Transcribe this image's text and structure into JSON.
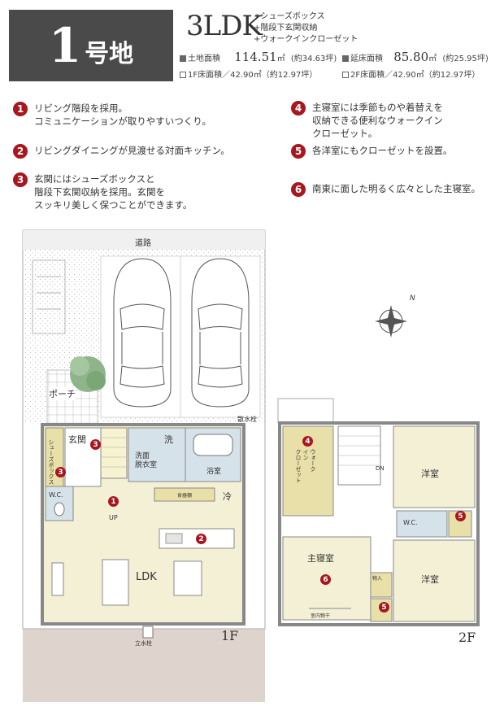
{
  "header": {
    "lot_number": "1",
    "lot_suffix": "号地",
    "layout": "3LDK",
    "features": [
      "+シューズボックス",
      "+階段下玄関収納",
      "+ウォークインクローゼット"
    ],
    "land_area_label": "土地面積",
    "land_area_value": "114.51",
    "land_area_unit": "㎡",
    "land_area_tsubo": "(約34.63坪)",
    "floor_area_label": "延床面積",
    "floor_area_value": "85.80",
    "floor_area_unit": "㎡",
    "floor_area_tsubo": "(約25.95坪)",
    "f1_area": "1F床面積／42.90㎡（約12.97坪）",
    "f2_area": "2F床面積／42.90㎡（約12.97坪）"
  },
  "points": [
    {
      "num": "1",
      "text": "リビング階段を採用。\nコミュニケーションが取りやすいつくり。"
    },
    {
      "num": "2",
      "text": "リビングダイニングが見渡せる対面キッチン。"
    },
    {
      "num": "3",
      "text": "玄関にはシューズボックスと\n階段下玄関収納を採用。玄関を\nスッキリ美しく保つことができます。"
    },
    {
      "num": "4",
      "text": "主寝室には季節ものや着替えを\n収納できる便利なウォークイン\nクローゼット。"
    },
    {
      "num": "5",
      "text": "各洋室にもクローゼットを設置。"
    },
    {
      "num": "6",
      "text": "南東に面した明るく広々とした主寝室。"
    }
  ],
  "plan": {
    "road": "道路",
    "porch": "ポーチ",
    "water_meter": "散水栓",
    "entrance": "玄関",
    "shoe_box": "シューズボックス",
    "wash_top": "洗",
    "wash_room": "洗面\n脱衣室",
    "bath": "浴室",
    "fridge": "冷",
    "pantry": "食器棚",
    "wc": "W.C.",
    "up": "UP",
    "ldk": "LDK",
    "faucet": "立水栓",
    "floor1": "1F",
    "walkin": "ウォーク\nイン\nクローゼット",
    "dn": "DN",
    "room_a": "洋室",
    "room_b": "洋室",
    "master": "主寝室",
    "storage": "物入",
    "hang": "室内物干",
    "floor2": "2F",
    "north": "N"
  },
  "colors": {
    "accent_red": "#a8161e",
    "room_fill": "#f3f0d6",
    "wet_fill": "#d6e2ea",
    "storage_fill": "#e8e0a8",
    "header_box": "#4a4a4a"
  }
}
